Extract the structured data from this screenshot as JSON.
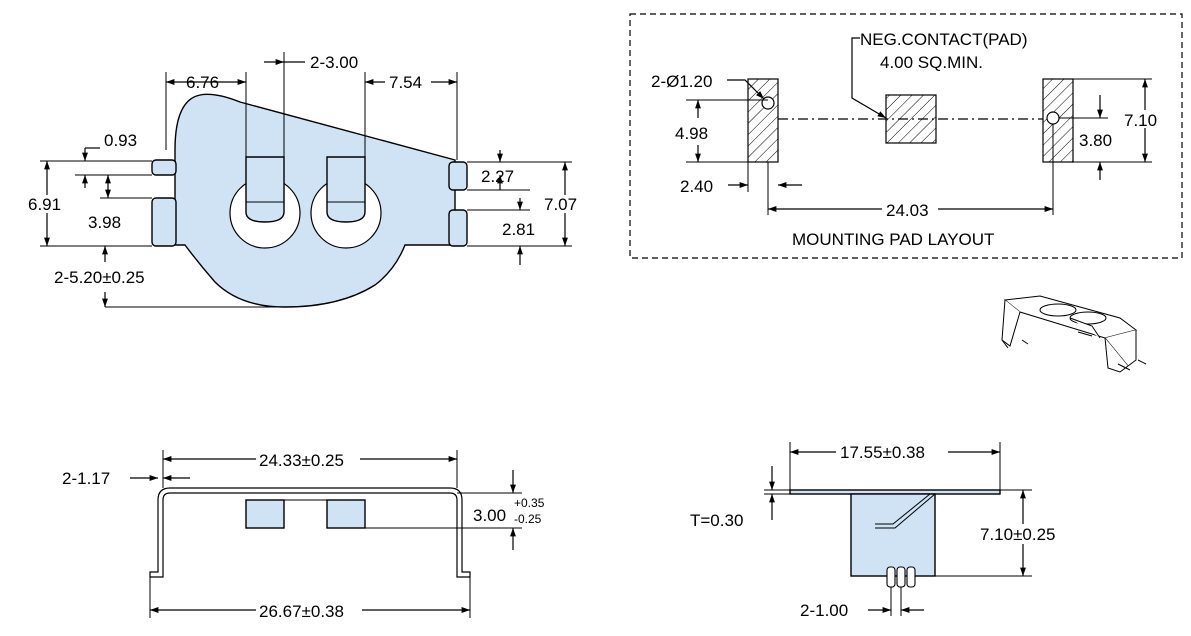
{
  "top_view": {
    "dim_6_76": "6.76",
    "dim_2_3_00": "2-3.00",
    "dim_7_54": "7.54",
    "dim_0_93": "0.93",
    "dim_6_91": "6.91",
    "dim_3_98": "3.98",
    "dim_2_5_20": "2-5.20±0.25",
    "dim_2_27": "2.27",
    "dim_7_07": "7.07",
    "dim_2_81": "2.81"
  },
  "pad_layout": {
    "title": "MOUNTING PAD LAYOUT",
    "neg_contact_line1": "NEG.CONTACT(PAD)",
    "neg_contact_line2": "4.00 SQ.MIN.",
    "dim_hole": "2-Ø1.20",
    "dim_4_98": "4.98",
    "dim_2_40": "2.40",
    "dim_24_03": "24.03",
    "dim_7_10": "7.10",
    "dim_3_80": "3.80"
  },
  "front_view": {
    "dim_2_1_17": "2-1.17",
    "dim_24_33": "24.33±0.25",
    "dim_3_00": "3.00",
    "dim_tol_plus": "+0.35",
    "dim_tol_minus": "-0.25",
    "dim_26_67": "26.67±0.38"
  },
  "side_view": {
    "dim_17_55": "17.55±0.38",
    "dim_t": "T=0.30",
    "dim_7_10": "7.10±0.25",
    "dim_2_1_00": "2-1.00"
  },
  "colors": {
    "part_fill": "#cfe3f4",
    "line": "#000000",
    "background": "#ffffff"
  }
}
